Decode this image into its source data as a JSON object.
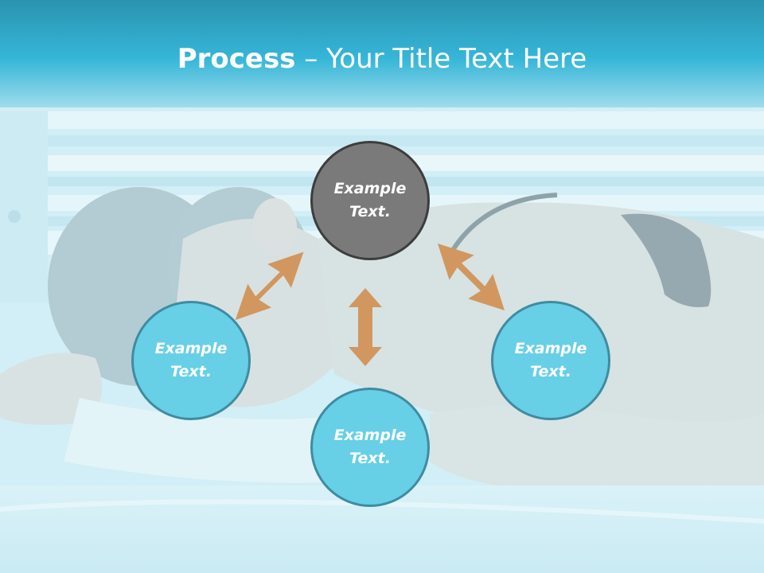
{
  "slide": {
    "title_bold": "Process",
    "title_rest": " – Your Title Text Here"
  },
  "colors": {
    "header": "#2aa6c6",
    "node_center": "#7a7a7a",
    "node_outer": "#67cfe6",
    "arrow": "#d1975e"
  },
  "nodes": {
    "top": {
      "line1": "Example",
      "line2": "Text."
    },
    "left": {
      "line1": "Example",
      "line2": "Text."
    },
    "right": {
      "line1": "Example",
      "line2": "Text."
    },
    "bottom": {
      "line1": "Example",
      "line2": "Text."
    }
  }
}
